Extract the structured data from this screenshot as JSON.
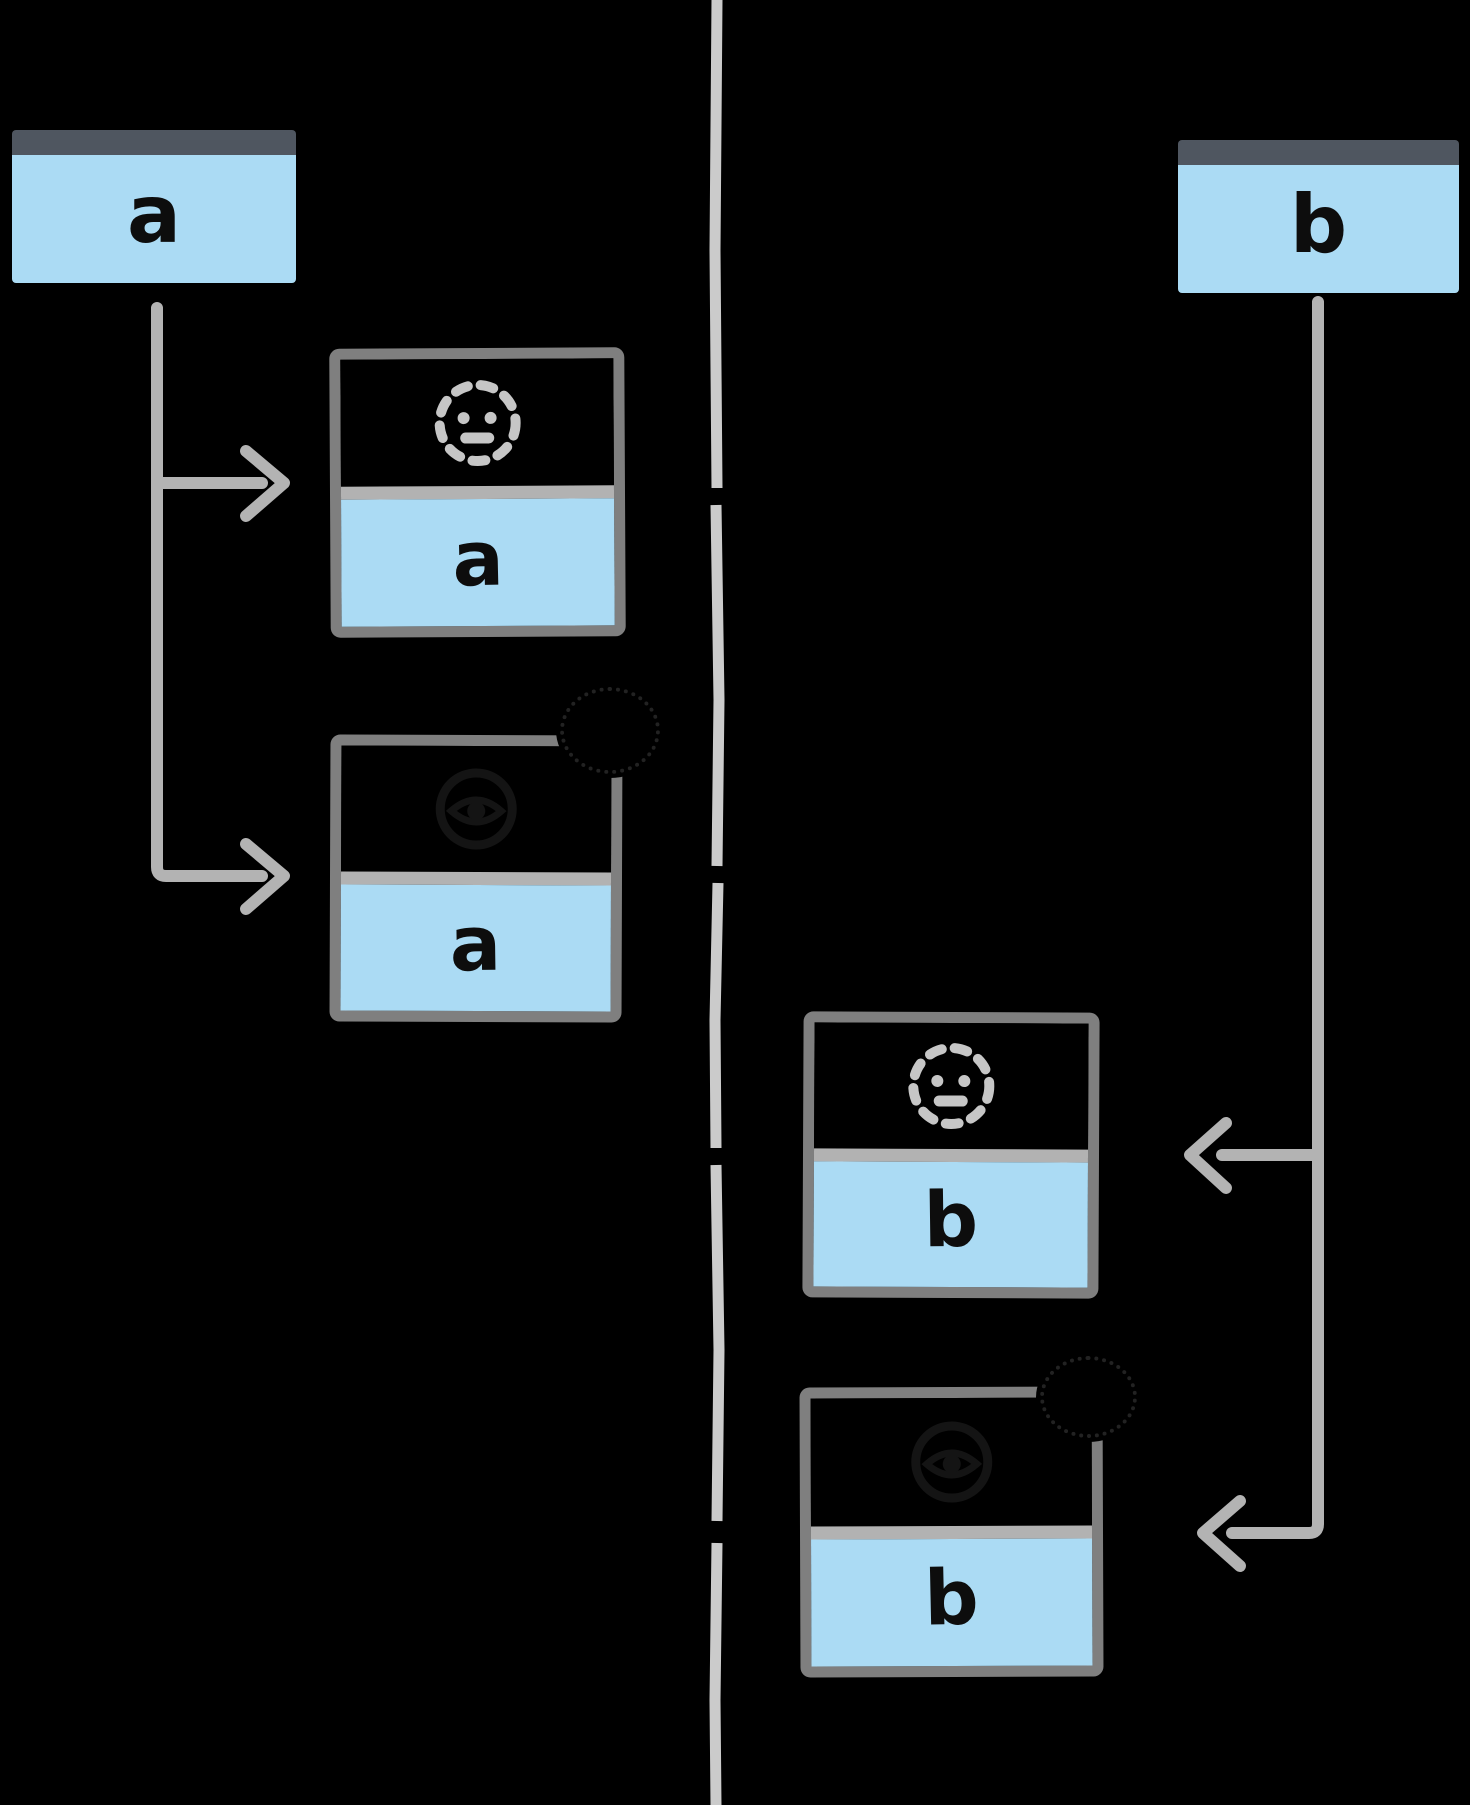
{
  "diagram": {
    "description": "Two processes exchanging messages across a central pipe line",
    "processes": {
      "left": {
        "label": "a"
      },
      "right": {
        "label": "b"
      }
    },
    "left_messages": [
      {
        "icon": "dotted-line-face",
        "label": "a"
      },
      {
        "icon": "hidden-black-face",
        "label": "a"
      }
    ],
    "right_messages": [
      {
        "icon": "dotted-line-face",
        "label": "b"
      },
      {
        "icon": "hidden-black-face",
        "label": "b"
      }
    ],
    "colors": {
      "background": "#000000",
      "box_fill_blue": "#abdbf4",
      "process_header_bar": "#4f5660",
      "message_box_border": "#7f7f7f",
      "message_divider": "#b2b2b2",
      "pipe_line": "#cbcbcb",
      "connector_arrow": "#b3b3b3",
      "dashed_face": "#c6c6c6",
      "letter": "#0d0d0d"
    }
  }
}
